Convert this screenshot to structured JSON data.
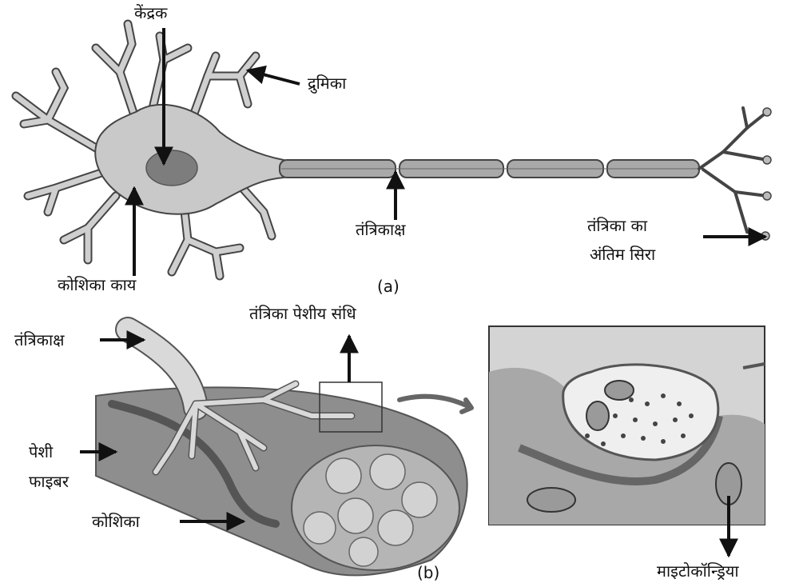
{
  "labels": {
    "nucleus": "केंद्रक",
    "dendrite": "द्रुमिका",
    "cell_body": "कोशिका काय",
    "axon": "तंत्रिकाक्ष",
    "nerve_ending_line1": "तंत्रिका का",
    "nerve_ending_line2": "अंतिम सिरा",
    "axon_b": "तंत्रिकाक्ष",
    "neuromuscular_junction": "तंत्रिका पेशीय संधि",
    "muscle_fiber_line1": "पेशी",
    "muscle_fiber_line2": "फाइबर",
    "cell": "कोशिका",
    "mitochondria": "माइटोकॉन्ड्रिया"
  },
  "captions": {
    "a": "(a)",
    "b": "(b)"
  },
  "colors": {
    "cell_fill": "#c9c9c9",
    "nucleus_fill": "#7d7d7d",
    "axon_fill": "#a9a9a9",
    "muscle_fill": "#8e8e8e",
    "inset_bg": "#d4d4d4",
    "ink": "#111111"
  }
}
